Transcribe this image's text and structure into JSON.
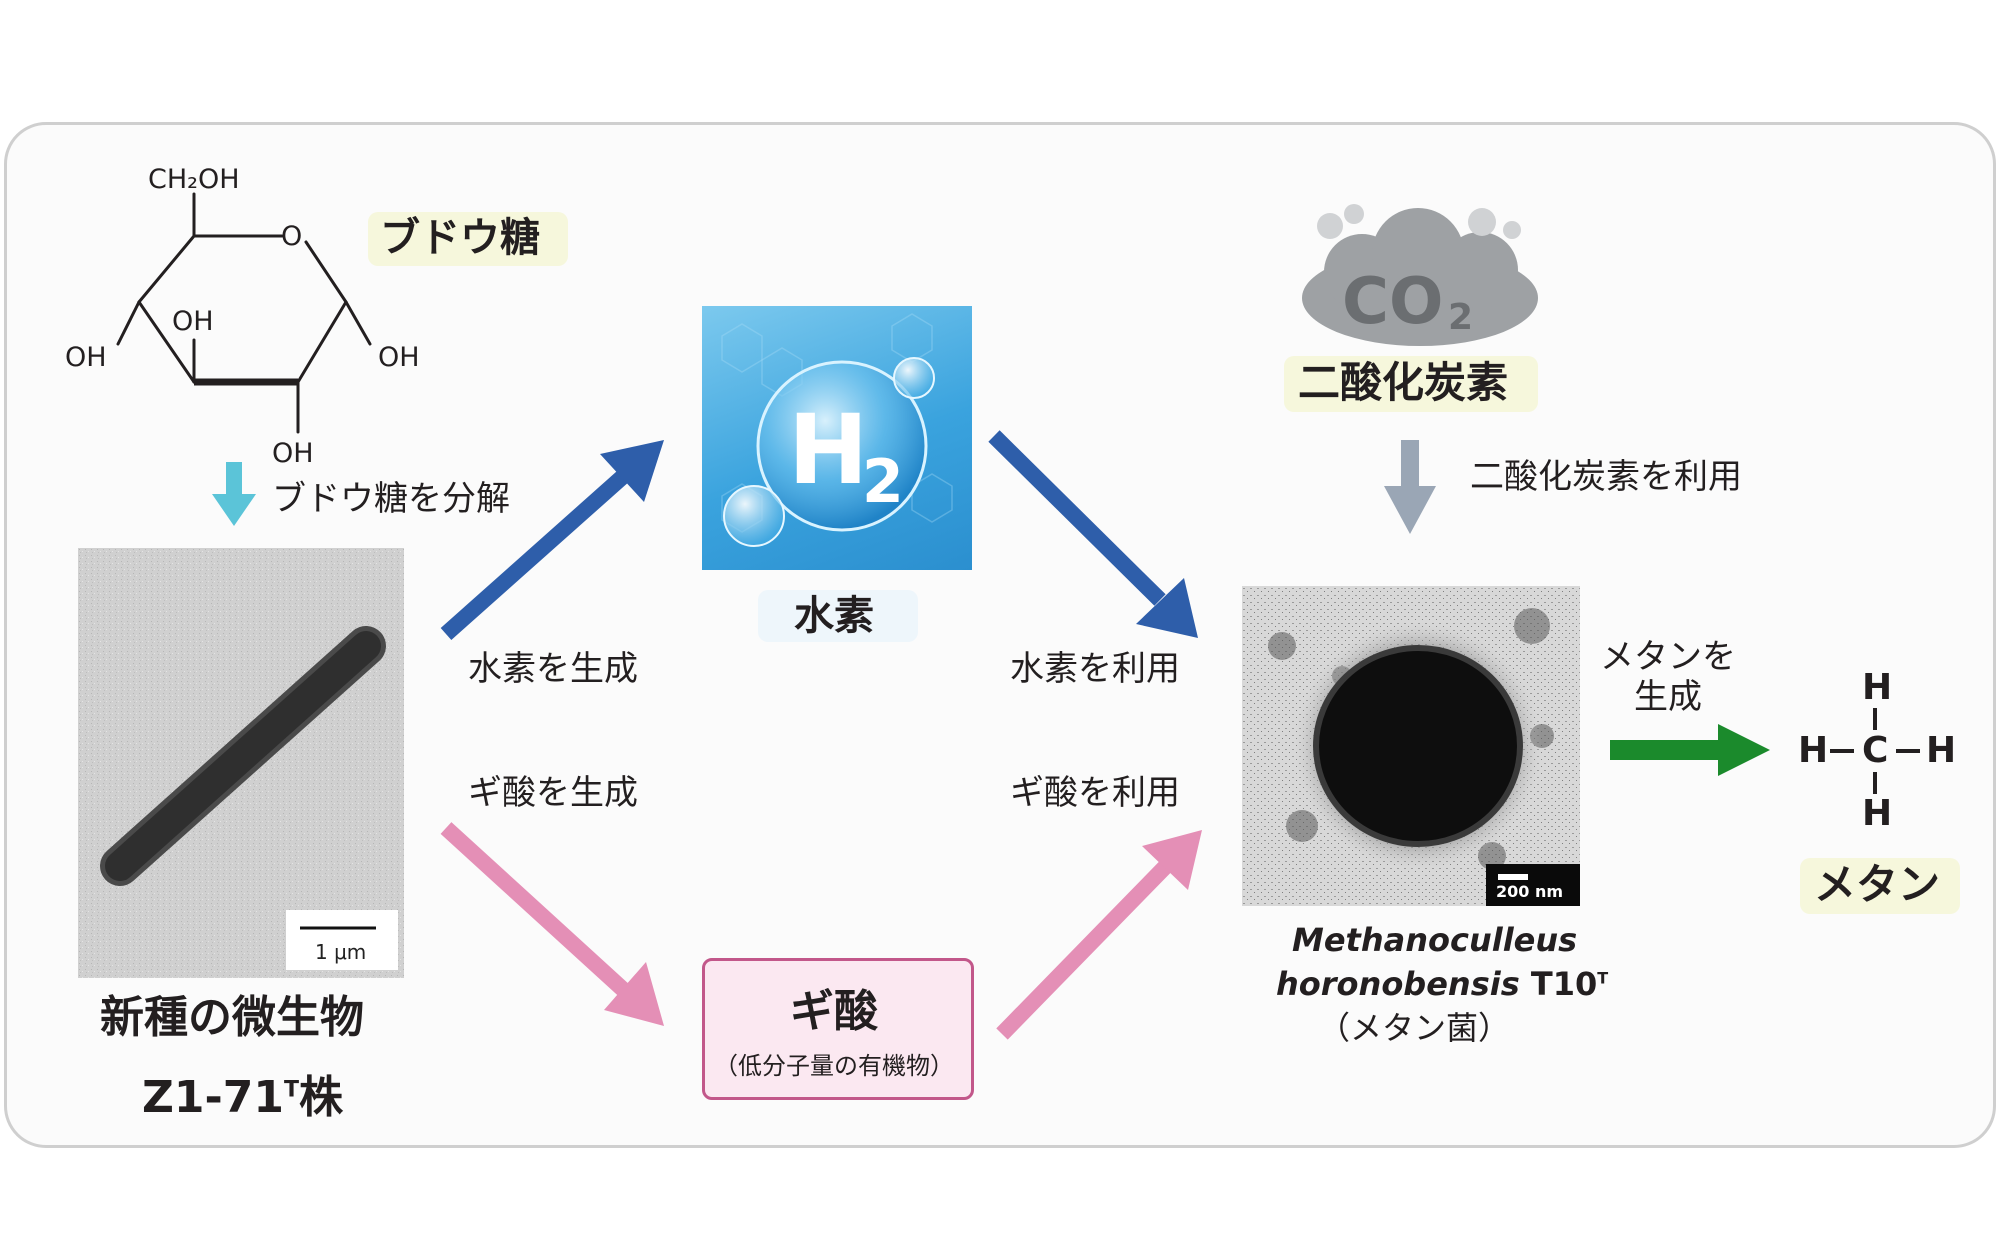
{
  "glucose": {
    "label": "ブドウ糖",
    "structure": {
      "ch2oh": "CH₂OH",
      "ring_o": "O",
      "oh_left": "OH",
      "oh_inner": "OH",
      "oh_right": "OH",
      "oh_bottom": "OH"
    },
    "step_label": "ブドウ糖を分解"
  },
  "new_microbe": {
    "name_line1": "新種の微生物",
    "strain": "Z1-71",
    "strain_sup": "T",
    "strain_suffix": "株",
    "scale_bar": "1 μm"
  },
  "hydrogen": {
    "symbol": "H",
    "subscript": "2",
    "label": "水素"
  },
  "formic_acid": {
    "label": "ギ酸",
    "note": "（低分子量の有機物）"
  },
  "arrows": {
    "produce_h2": "水素を生成",
    "produce_formate": "ギ酸を生成",
    "use_h2": "水素を利用",
    "use_formate": "ギ酸を利用",
    "use_co2": "二酸化炭素を利用",
    "produce_methane_1": "メタンを",
    "produce_methane_2": "生成"
  },
  "co2": {
    "symbol": "CO",
    "subscript": "2",
    "label": "二酸化炭素"
  },
  "methanogen": {
    "genus": "Methanoculleus",
    "species": "horonobensis",
    "strain": "T10",
    "strain_sup": "T",
    "note": "（メタン菌）",
    "scale_bar": "200 nm"
  },
  "methane": {
    "h_top": "H",
    "h_left": "H",
    "c": "C",
    "h_right": "H",
    "h_bottom": "H",
    "label": "メタン"
  },
  "colors": {
    "hydrogen_arrow": "#2e5eaa",
    "formate_arrow": "#e48fb6",
    "glucose_arrow": "#5bc4d8",
    "co2_arrow": "#9aa6b5",
    "methane_arrow": "#1b8a2c",
    "label_highlight": "#f6f7dc"
  }
}
